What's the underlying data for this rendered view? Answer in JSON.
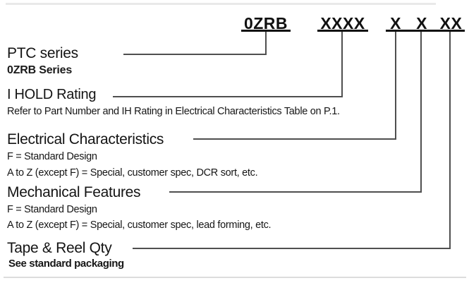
{
  "part_number": {
    "prefix": "0ZRB",
    "ihold_code": "XXXX",
    "elec_code": "X",
    "mech_code": "X",
    "tape_code": "XX"
  },
  "sections": {
    "ptc": {
      "title": "PTC series",
      "subtitle": "0ZRB Series"
    },
    "ihold": {
      "title": "I HOLD Rating",
      "note": "Refer to Part Number and IH Rating in Electrical Characteristics Table on P.1."
    },
    "elec": {
      "title": "Electrical Characteristics",
      "line1": "F = Standard Design",
      "line2": "A to Z (except F) = Special, customer spec, DCR sort, etc."
    },
    "mech": {
      "title": "Mechanical Features",
      "line1": "F = Standard Design",
      "line2": "A to Z (except F) = Special, customer spec, lead forming, etc."
    },
    "tape": {
      "title": "Tape & Reel Qty",
      "note": "See standard packaging"
    }
  },
  "colors": {
    "text": "#1a1a1a",
    "connector_line": "#4f4f4f",
    "underline": "#111111",
    "page_rule": "#e9e9e9",
    "background": "#ffffff"
  }
}
